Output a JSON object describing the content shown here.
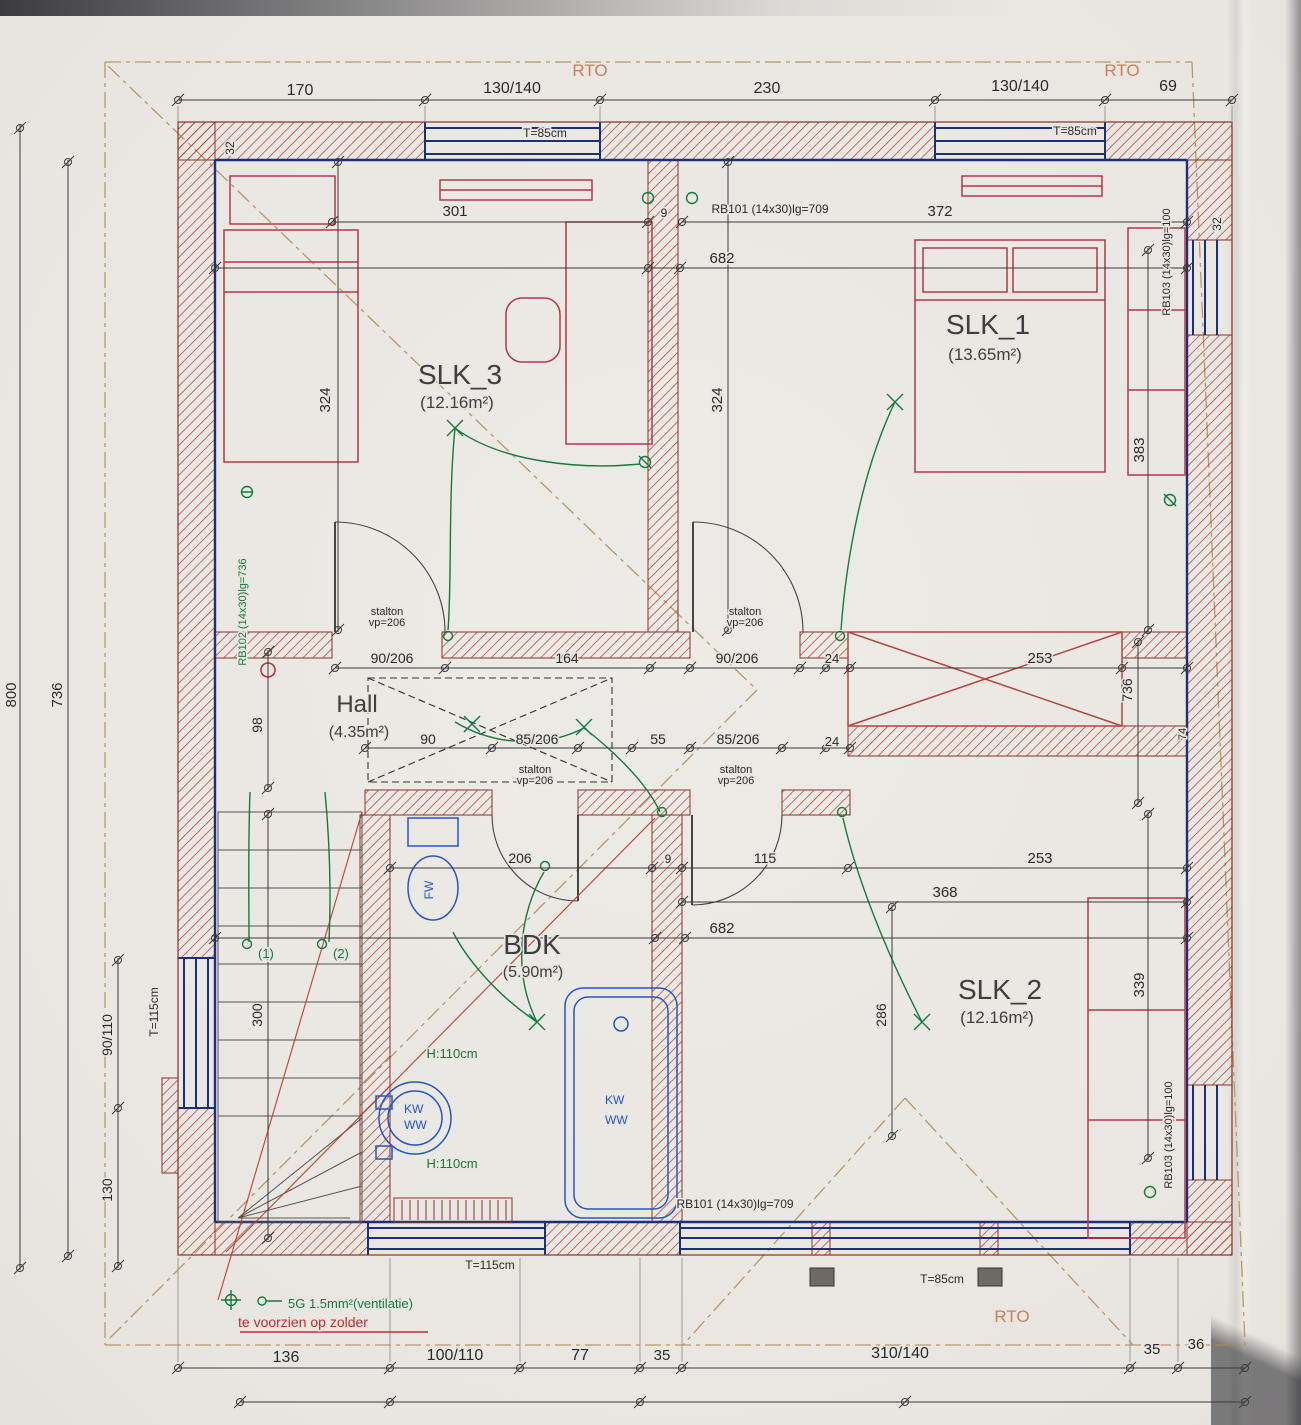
{
  "rooms": {
    "slk1": {
      "name": "SLK_1",
      "area": "(13.65m²)"
    },
    "slk2": {
      "name": "SLK_2",
      "area": "(12.16m²)"
    },
    "slk3": {
      "name": "SLK_3",
      "area": "(12.16m²)"
    },
    "hall": {
      "name": "Hall",
      "area": "(4.35m²)"
    },
    "bdk": {
      "name": "BDK",
      "area": "(5.90m²)"
    }
  },
  "roof": {
    "rto": "RTO"
  },
  "beams": {
    "rb101": "RB101 (14x30)lg=709",
    "rb102": "RB102 (14x30)lg=736",
    "rb103": "RB103 (14x30)lg=100"
  },
  "lintel": {
    "name": "stalton",
    "vp": "vp=206"
  },
  "windows": {
    "t85": "T=85cm",
    "t115": "T=115cm"
  },
  "plumbing": {
    "fw": "FW",
    "kw": "KW",
    "ww": "WW",
    "h110": "H:110cm"
  },
  "notes": {
    "vent": "5G 1.5mm²(ventilatie)",
    "attic": "te voorzien op zolder",
    "p1": "(1)",
    "p2": "(2)"
  },
  "dims": {
    "top": {
      "a": "170",
      "b": "130/140",
      "c": "230",
      "d": "130/140",
      "e": "69"
    },
    "bottom": {
      "a": "136",
      "b": "100/110",
      "c": "77",
      "d": "35",
      "e": "310/140",
      "f": "35",
      "g": "36"
    },
    "left": {
      "overall": "800",
      "inner": "736",
      "slk3": "324",
      "hall": "98",
      "stairs": "300",
      "window": "90/110",
      "pier": "130",
      "wall": "32"
    },
    "right": {
      "slk1": "383",
      "hall": "736",
      "beam": "74",
      "slk2": "339",
      "wall": "32"
    },
    "slk1": {
      "width": "372",
      "inner": "682",
      "depth": "324"
    },
    "slk3": {
      "width": "301",
      "joint": "9"
    },
    "hall_top": {
      "door1": "90/206",
      "mid": "164",
      "door2": "90/206",
      "pier": "24",
      "void": "253"
    },
    "hall_bottom": {
      "a": "90",
      "door1": "85/206",
      "b": "55",
      "door2": "85/206",
      "pier": "24"
    },
    "mid": {
      "bdk": "206",
      "joint": "9",
      "strip": "115",
      "void": "253",
      "slk2": "368",
      "inner": "682",
      "bed": "286"
    }
  },
  "colors": {
    "wall_hatch": "#b5443c",
    "wall_edge": "#8c2f28",
    "structure_navy": "#1b2f7a",
    "furniture_red": "#b5384a",
    "plumbing_blue": "#2456c8",
    "electrical_green": "#157a3d",
    "roof_tan": "#b08a50",
    "rto_orange": "#c8825a",
    "note_red": "#c03030",
    "paper": "#e9e6e1",
    "ink": "#2b2b2b"
  }
}
